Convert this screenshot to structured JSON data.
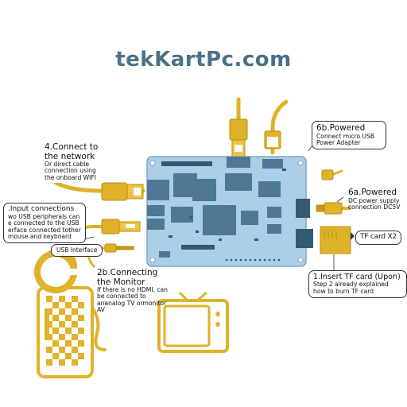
{
  "brand": {
    "text": "tekKartPc.com",
    "color": "#4d7089"
  },
  "colors": {
    "cable": "#e0b22a",
    "cable_dark": "#c99616",
    "board": "#aacfe6",
    "chip": "#4e7894",
    "chip_dark": "#345a73",
    "bubble_border": "#333333"
  },
  "labels": {
    "network": {
      "title": "4.Connect to the network",
      "body": "Or direct cable connection using the onboard WIFI"
    },
    "input": {
      "title": ".Input connections",
      "body": "wo USB peripherals can e connected to the USB erface connected tother mouse and keyboard"
    },
    "usb_interface": {
      "text": "USB Interface"
    },
    "monitor": {
      "title": "2b.Connecting the Monitor",
      "body": "If there is no HDMI, can be connected to ananalog TV ormonitor AV"
    },
    "powered_micro": {
      "title": "6b.Powered",
      "body": "Connect micro USB Power Adapter"
    },
    "powered_dc": {
      "title": "6a.Powered",
      "body": "DC power supply connection DC5V"
    },
    "tf_card": {
      "text": "TF card X2"
    },
    "insert_tf": {
      "title": "1.Insert TF card (Upon)",
      "body": "Step 2 already explained how to burn TF card"
    }
  },
  "icons": [
    "ethernet-cable-icon",
    "usb-cable-icon",
    "av-cable-icon",
    "hdmi-cable-icon",
    "micro-usb-cable-icon",
    "dc-power-cable-icon",
    "tf-card-icon",
    "keyboard-icon",
    "mouse-icon",
    "tv-icon",
    "board-icon"
  ]
}
